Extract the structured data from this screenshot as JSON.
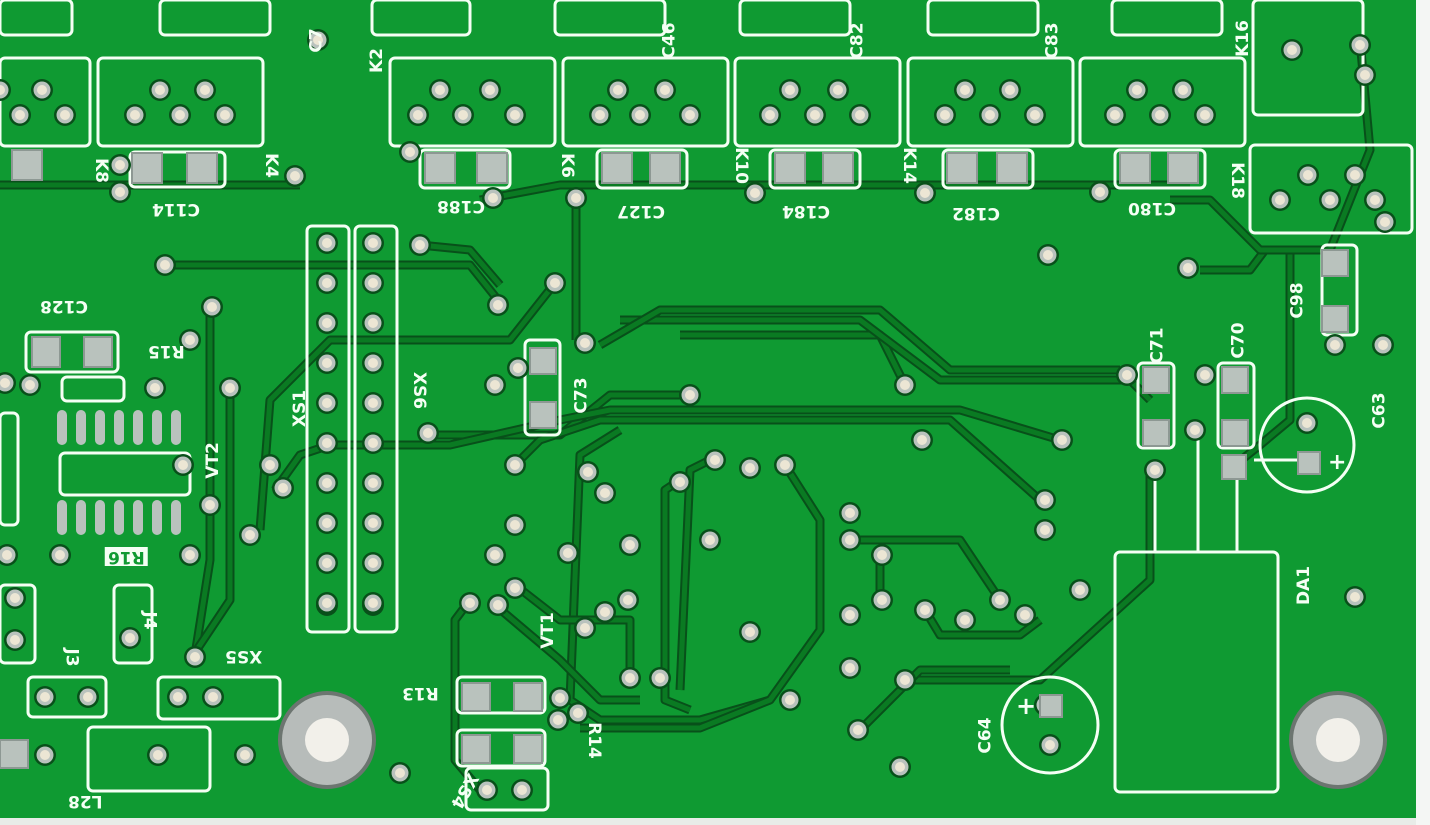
{
  "board": {
    "title": "Printed circuit board (bare, green solder mask)",
    "colors": {
      "mask": "#0f9a32",
      "trace": "#0a7a22",
      "trace_edge": "#08501a",
      "silk": "#f4fff4",
      "pad": "#b9c2bd",
      "hole": "#ece6d4"
    },
    "labels": [
      "C7",
      "K2",
      "C46",
      "C82",
      "C83",
      "K16",
      "K8",
      "K4",
      "C114",
      "C188",
      "K6",
      "C127",
      "K10",
      "C184",
      "K14",
      "C182",
      "C180",
      "K18",
      "C98",
      "C128",
      "R15",
      "XS1",
      "XS6",
      "C73",
      "C71",
      "C70",
      "C63",
      "VT2",
      "R16",
      "J4",
      "J3",
      "XS5",
      "VT1",
      "R13",
      "R14",
      "XS4",
      "C64",
      "DA1",
      "L28"
    ],
    "polarity_marks": [
      "+",
      "+"
    ]
  }
}
